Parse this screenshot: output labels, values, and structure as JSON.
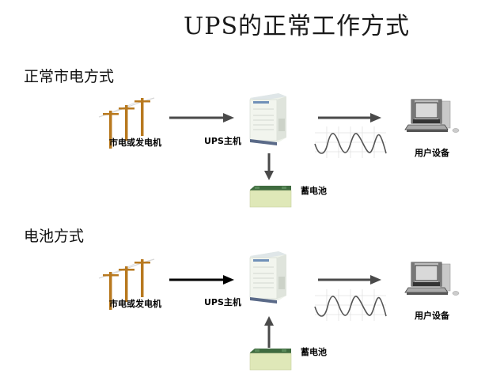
{
  "title": "UPS的正常工作方式",
  "sections": [
    {
      "heading": "正常市电方式",
      "source_label": "市电或发电机",
      "ups_label": "UPS主机",
      "battery_label": "蓄电池",
      "load_label": "用户设备",
      "battery_flow": "charging (UPS → battery)",
      "input_arrow_color": "#4a4a4a"
    },
    {
      "heading": "电池方式",
      "source_label": "市电或发电机",
      "ups_label": "UPS主机",
      "battery_label": "蓄电池",
      "load_label": "用户设备",
      "battery_flow": "discharging (battery → UPS)",
      "input_arrow_color": "#000000"
    }
  ],
  "icons": {
    "source": "power-pole-icon",
    "ups": "ups-tower-icon",
    "battery": "battery-icon",
    "waveform": "sine-wave-icon",
    "load": "computer-icon"
  },
  "colors": {
    "pole": "#b8791f",
    "arrow": "#4a4a4a",
    "battery_top": "#3f6b3f",
    "battery_body": "#dfe8b8"
  }
}
